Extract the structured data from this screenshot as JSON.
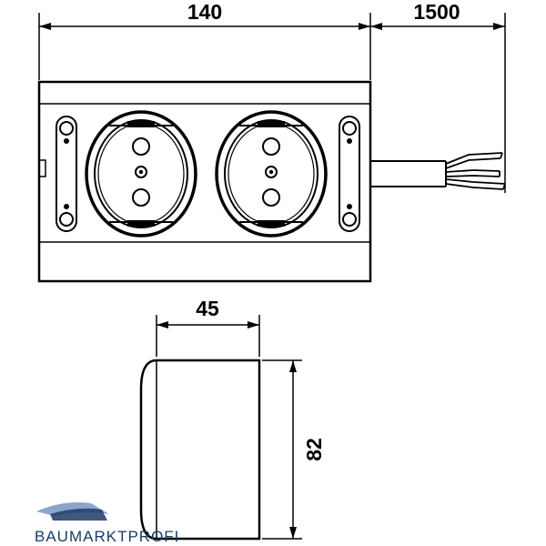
{
  "dimensions": {
    "width": "140",
    "cable_length": "1500",
    "depth": "45",
    "height": "82"
  },
  "logo": {
    "text": "BAUMARKTPROFI"
  },
  "colors": {
    "line": "#000000",
    "logo_blue": "#1e3b66",
    "logo_light": "#8aa6cc"
  }
}
